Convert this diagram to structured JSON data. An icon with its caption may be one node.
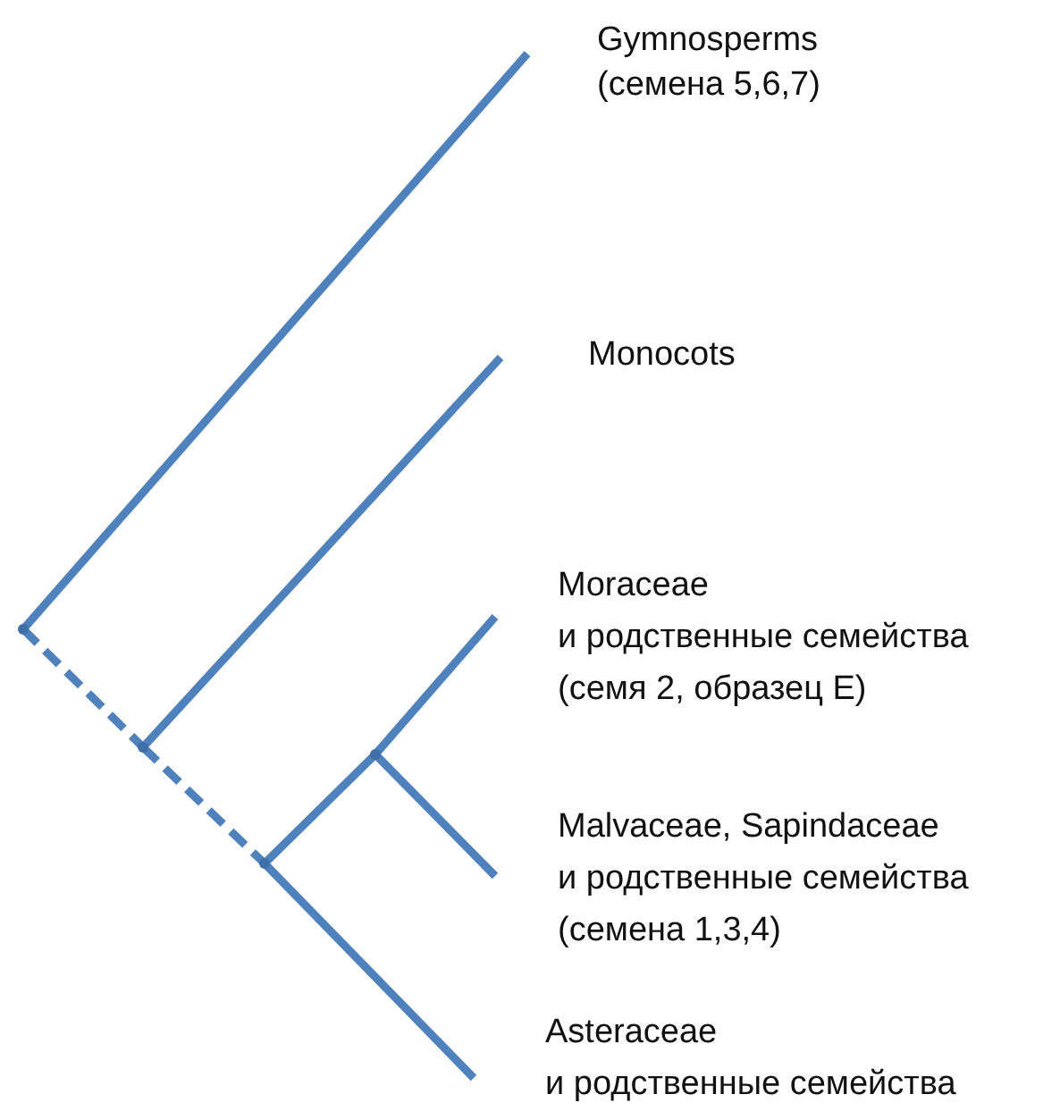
{
  "diagram": {
    "nodes": [
      {
        "text": [
          "Gymnosperms",
          "(семена 5,6,7)"
        ]
      },
      {
        "text": [
          "Monocots"
        ]
      },
      {
        "text": [
          "Moraceae",
          "и родственные семейства",
          "(семя 2, образец E)"
        ]
      },
      {
        "text": [
          "Malvaceae, Sapindaceae",
          "и родственные семейства",
          "(семена 1,3,4)"
        ]
      },
      {
        "text": [
          "Asteraceae",
          "и родственные семейства"
        ]
      },
      {
        "text": [],
        "shape": "point"
      },
      {
        "text": [],
        "shape": "point"
      },
      {
        "text": [],
        "shape": "point"
      },
      {
        "text": [],
        "shape": "point"
      }
    ],
    "edges": [
      {
        "from": 5,
        "to": 0,
        "arrow": "none"
      },
      {
        "from": 5,
        "to": 6,
        "arrow": "none",
        "style": "dashed"
      },
      {
        "from": 6,
        "to": 1,
        "arrow": "none"
      },
      {
        "from": 6,
        "to": 7,
        "arrow": "none",
        "style": "dashed"
      },
      {
        "from": 7,
        "to": 8,
        "arrow": "none"
      },
      {
        "from": 8,
        "to": 2,
        "arrow": "none"
      },
      {
        "from": 8,
        "to": 3,
        "arrow": "none"
      },
      {
        "from": 7,
        "to": 4,
        "arrow": "none"
      }
    ]
  }
}
